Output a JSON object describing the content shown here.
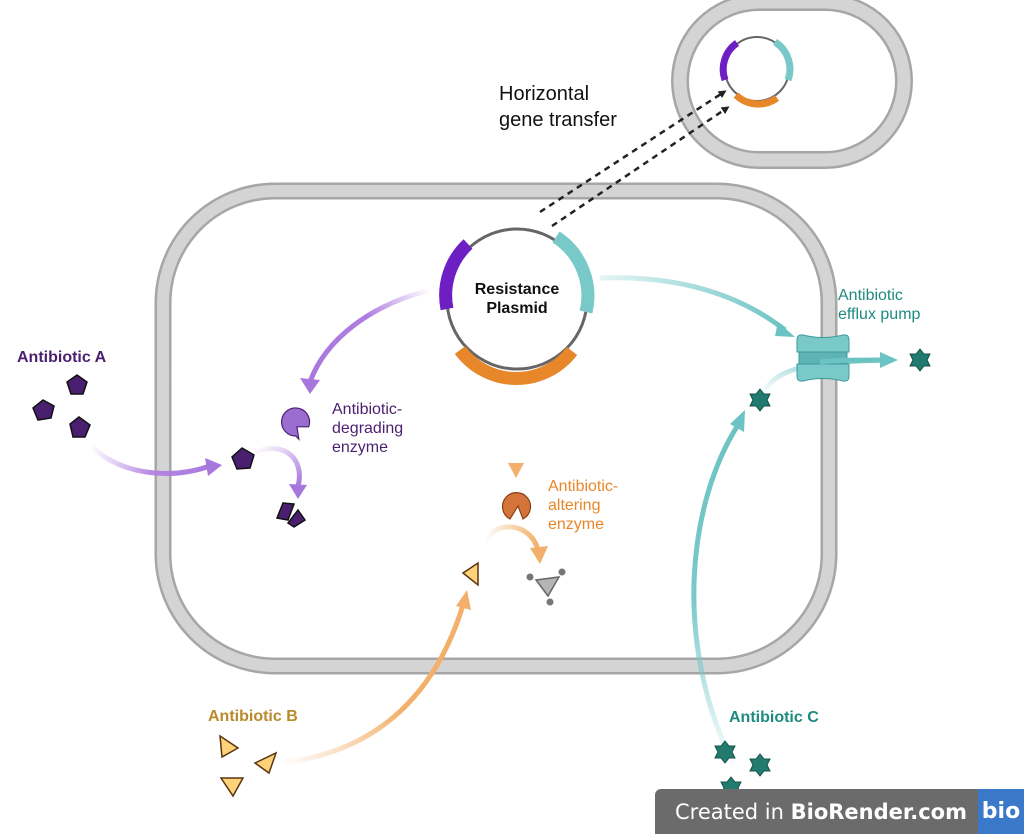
{
  "labels": {
    "hgt_line1": "Horizontal",
    "hgt_line2": "gene transfer",
    "plasmid_line1": "Resistance",
    "plasmid_line2": "Plasmid",
    "antibiotic_a": "Antibiotic A",
    "antibiotic_b": "Antibiotic B",
    "antibiotic_c": "Antibiotic C",
    "degrading_line1": "Antibiotic-",
    "degrading_line2": "degrading",
    "degrading_line3": "enzyme",
    "altering_line1": "Antibiotic-",
    "altering_line2": "altering",
    "altering_line3": "enzyme",
    "efflux_line1": "Antibiotic",
    "efflux_line2": "efflux pump"
  },
  "footer": {
    "prefix": "Created in ",
    "brand": "BioRender.com",
    "logo": "bio"
  },
  "colors": {
    "purple_gene": "#6e1fc4",
    "teal_gene": "#79c9c9",
    "orange_gene": "#e8872a",
    "antibiotic_a": "#4b1f6f",
    "antibiotic_b": "#ffd27a",
    "antibiotic_c": "#237a6f",
    "membrane": "#d4d4d4",
    "membrane_edge": "#a6a6a6",
    "label_purple": "#4b1f6f",
    "label_orange": "#e8872a",
    "label_b": "#b88a2c",
    "label_teal": "#1f8a80"
  }
}
